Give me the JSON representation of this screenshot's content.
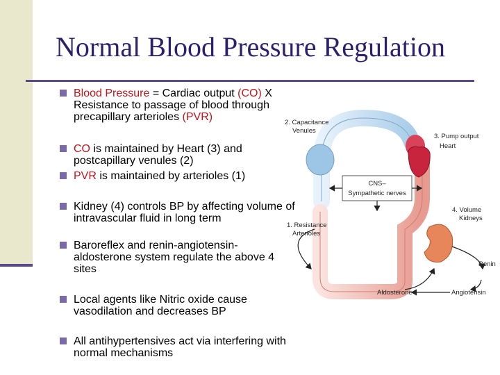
{
  "title": "Normal Blood Pressure Regulation",
  "bullets": [
    {
      "parts": [
        {
          "t": "Blood Pressure",
          "red": true
        },
        {
          "t": " = Cardiac output ",
          "red": false
        },
        {
          "t": "(CO)",
          "red": true
        },
        {
          "t": " X Resistance to passage of blood through precapillary arterioles ",
          "red": false
        },
        {
          "t": "(PVR)",
          "red": true
        }
      ]
    },
    {
      "parts": [
        {
          "t": "CO",
          "red": true
        },
        {
          "t": " is maintained by Heart (3) and postcapillary venules (2)",
          "red": false
        }
      ]
    },
    {
      "parts": [
        {
          "t": "PVR",
          "red": true
        },
        {
          "t": " is maintained by arterioles (1)",
          "red": false
        }
      ]
    },
    {
      "parts": [
        {
          "t": "Kidney (4) controls BP by affecting volume of intravascular fluid in long term",
          "red": false
        }
      ]
    },
    {
      "parts": [
        {
          "t": "Baroreflex and renin-angiotensin-aldosterone system regulate the above 4 sites",
          "red": false
        }
      ]
    },
    {
      "parts": [
        {
          "t": "Local agents like Nitric oxide cause vasodilation and decreases BP",
          "red": false
        }
      ]
    },
    {
      "parts": [
        {
          "t": "All antihypertensives act via interfering with normal mechanisms",
          "red": false
        }
      ]
    }
  ],
  "diagram": {
    "capacitance_label": "2. Capacitance",
    "venules_label": "Venules",
    "pump_label": "3. Pump output",
    "heart_label": "Heart",
    "cns_label_1": "CNS–",
    "cns_label_2": "Sympathetic nerves",
    "volume_label": "4. Volume",
    "kidneys_label": "Kidneys",
    "resistance_label": "1. Resistance",
    "arterioles_label": "Arterioles",
    "renin_label": "Renin",
    "aldosterone_label": "Aldosterone",
    "angiotensin_label": "Angiotensin"
  },
  "colors": {
    "title": "#2e1f6b",
    "bullet_marker": "#7b6aa8",
    "red_text": "#c0151b",
    "side_band": "#e9e8cc",
    "rule": "#5a4a8a"
  }
}
